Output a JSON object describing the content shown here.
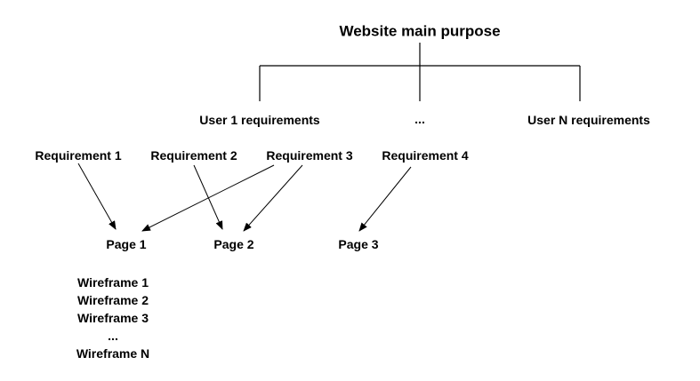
{
  "title": "Website main purpose",
  "users": [
    "User 1 requirements",
    "...",
    "User N requirements"
  ],
  "requirements": [
    "Requirement 1",
    "Requirement 2",
    "Requirement 3",
    "Requirement 4"
  ],
  "pages": [
    "Page 1",
    "Page 2",
    "Page 3"
  ],
  "wireframes": [
    "Wireframe 1",
    "Wireframe 2",
    "Wireframe 3",
    "...",
    "Wireframe N"
  ],
  "colors": {
    "ink": "#000000",
    "background": "#ffffff"
  }
}
